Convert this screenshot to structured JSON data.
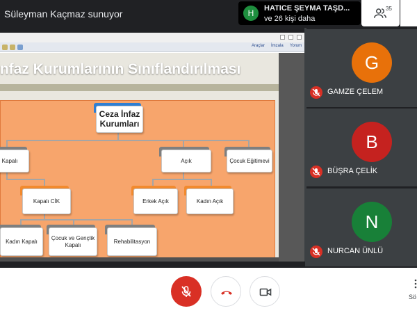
{
  "header": {
    "presenter_text": "Süleyman Kaçmaz sunuyor",
    "participant": {
      "initial": "H",
      "name": "HATICE ŞEYMA TAŞD...",
      "more": "ve 26 kişi daha",
      "color": "#1e8e3e"
    },
    "people_count": "35"
  },
  "presentation": {
    "toolbar_links": [
      "Araçlar",
      "İmzala",
      "Yorum"
    ],
    "slide_title": "İnfaz Kurumlarının Sınıflandırılması",
    "nodes": {
      "root": "Ceza İnfaz Kurumları",
      "kapali": "Kapalı",
      "acik": "Açık",
      "cocuk_egitimevi": "Çocuk Eğitimevi",
      "kapali_cik": "Kapalı CİK",
      "erkek_acik": "Erkek Açık",
      "kadin_acik": "Kadın Açık",
      "kadin_kapali": "Kadın Kapalı",
      "cocuk_genclik_kapali": "Çocuk ve Gençlik Kapalı",
      "rehabilitasyon": "Rehabilitasyon"
    }
  },
  "participants": [
    {
      "initial": "G",
      "name": "GAMZE ÇELEM",
      "color": "#e8710a",
      "muted": true
    },
    {
      "initial": "B",
      "name": "BÜŞRA ÇELİK",
      "color": "#c5221f",
      "muted": true
    },
    {
      "initial": "N",
      "name": "NURCAN ÜNLÜ",
      "color": "#188038",
      "muted": true
    }
  ],
  "controls": {
    "corner_label": "Sö",
    "colors": {
      "mic_off": "#d93025",
      "end_call": "#d93025"
    }
  }
}
